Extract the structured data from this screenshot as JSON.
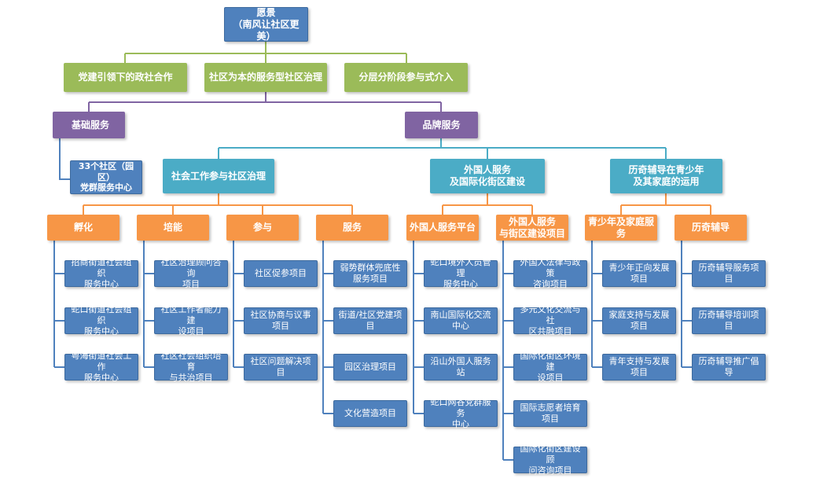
{
  "root": {
    "line1": "愿景",
    "line2": "（南风让社区更美）"
  },
  "strategies": [
    "党建引领下的政社合作",
    "社区为本的服务型社区治理",
    "分层分阶段参与式介入"
  ],
  "categories": {
    "basic": "基础服务",
    "brand": "品牌服务"
  },
  "basic_leaf": "33个社区（园区）\n党群服务中心",
  "programs": {
    "social_work": "社会工作参与社区治理",
    "foreigner": "外国人服务\n及国际化街区建设",
    "lichi": "历奇辅导在青少年\n及其家庭的运用"
  },
  "subgroups": {
    "incubate": "孵化",
    "empower": "培能",
    "participate": "参与",
    "serve": "服务",
    "foreign_platform": "外国人服务平台",
    "foreign_street": "外国人服务\n与街区建设项目",
    "youth_family": "青少年及家庭服务",
    "lichi_coach": "历奇辅导"
  },
  "leaves": {
    "incubate": [
      "招商街道社会组织\n服务中心",
      "蛇口街道社会组织\n服务中心",
      "粤海街道社会工作\n服务中心"
    ],
    "empower": [
      "社区治理顾问咨询\n项目",
      "社区工作者能力建\n设项目",
      "社区社会组织培育\n与共治项目"
    ],
    "participate": [
      "社区促参项目",
      "社区协商与议事\n项目",
      "社区问题解决项目"
    ],
    "serve": [
      "弱势群体兜底性\n服务项目",
      "街道/社区党建项目",
      "园区治理项目",
      "文化营造项目"
    ],
    "foreign_platform": [
      "蛇口境外人员管理\n服务中心",
      "南山国际化交流\n中心",
      "沿山外国人服务站",
      "蛇口网谷党群服务\n中心"
    ],
    "foreign_street": [
      "外国人法律与政策\n咨询项目",
      "多元文化交流与社\n区共融项目",
      "国际化街区环境建\n设项目",
      "国际志愿者培育\n项目",
      "国际化街区建设顾\n问咨询项目"
    ],
    "youth_family": [
      "青少年正向发展\n项目",
      "家庭支持与发展\n项目",
      "青年支持与发展\n项目"
    ],
    "lichi_coach": [
      "历奇辅导服务项目",
      "历奇辅导培训项目",
      "历奇辅导推广倡导"
    ]
  },
  "colors": {
    "blue": "#4f81bd",
    "green": "#9bbb59",
    "purple": "#8064a2",
    "teal": "#4bacc6",
    "orange": "#f79646",
    "blue_line": "#4f81bd",
    "teal_line": "#4bacc6",
    "green_line": "#9bbb59",
    "purple_line": "#8064a2",
    "orange_line": "#f79646"
  }
}
